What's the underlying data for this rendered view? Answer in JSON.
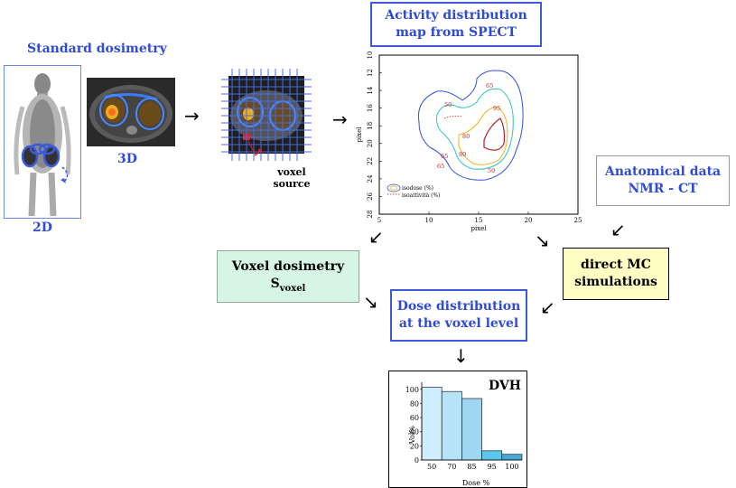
{
  "labels": {
    "standard_dosimetry": "Standard dosimetry",
    "label_3d": "3D",
    "label_2d": "2D",
    "voxel_source_line1": "voxel",
    "voxel_source_line2": "source"
  },
  "boxes": {
    "activity_line1": "Activity distribution",
    "activity_line2": "map from SPECT",
    "anatomical_line1": "Anatomical data",
    "anatomical_line2": "NMR - CT",
    "voxel_dosimetry_line1": "Voxel dosimetry",
    "voxel_dosimetry_s": "S",
    "voxel_dosimetry_sub": "voxel",
    "direct_mc_line1": "direct MC",
    "direct_mc_line2": "simulations",
    "dose_line1": "Dose distribution",
    "dose_line2": "at the voxel level"
  },
  "spect_plot": {
    "xlabel": "pixel",
    "ylabel": "pixel",
    "x_ticks": [
      "5",
      "10",
      "15",
      "20",
      "25"
    ],
    "y_ticks": [
      "10",
      "12",
      "14",
      "16",
      "18",
      "20",
      "22",
      "24",
      "26",
      "28"
    ],
    "legend_isodose": "isodose (%)",
    "legend_isoactivity": "isoattività (%)",
    "contour_labels": [
      "50",
      "65",
      "95",
      "80",
      "65",
      "80",
      "50",
      "65"
    ]
  },
  "chart_data": {
    "type": "bar",
    "title": "DVH",
    "categories": [
      "50",
      "70",
      "85",
      "95",
      "100"
    ],
    "values": [
      103,
      97,
      87,
      13,
      8
    ],
    "xlabel": "Dose %",
    "ylabel": "Vol%",
    "y_ticks": [
      "0",
      "20",
      "40",
      "60",
      "80",
      "100"
    ],
    "ylim": [
      0,
      110
    ],
    "colors": [
      "#cfeefd",
      "#b7e3f8",
      "#9fd6f0",
      "#5cc8ec",
      "#4aa8d8"
    ]
  }
}
